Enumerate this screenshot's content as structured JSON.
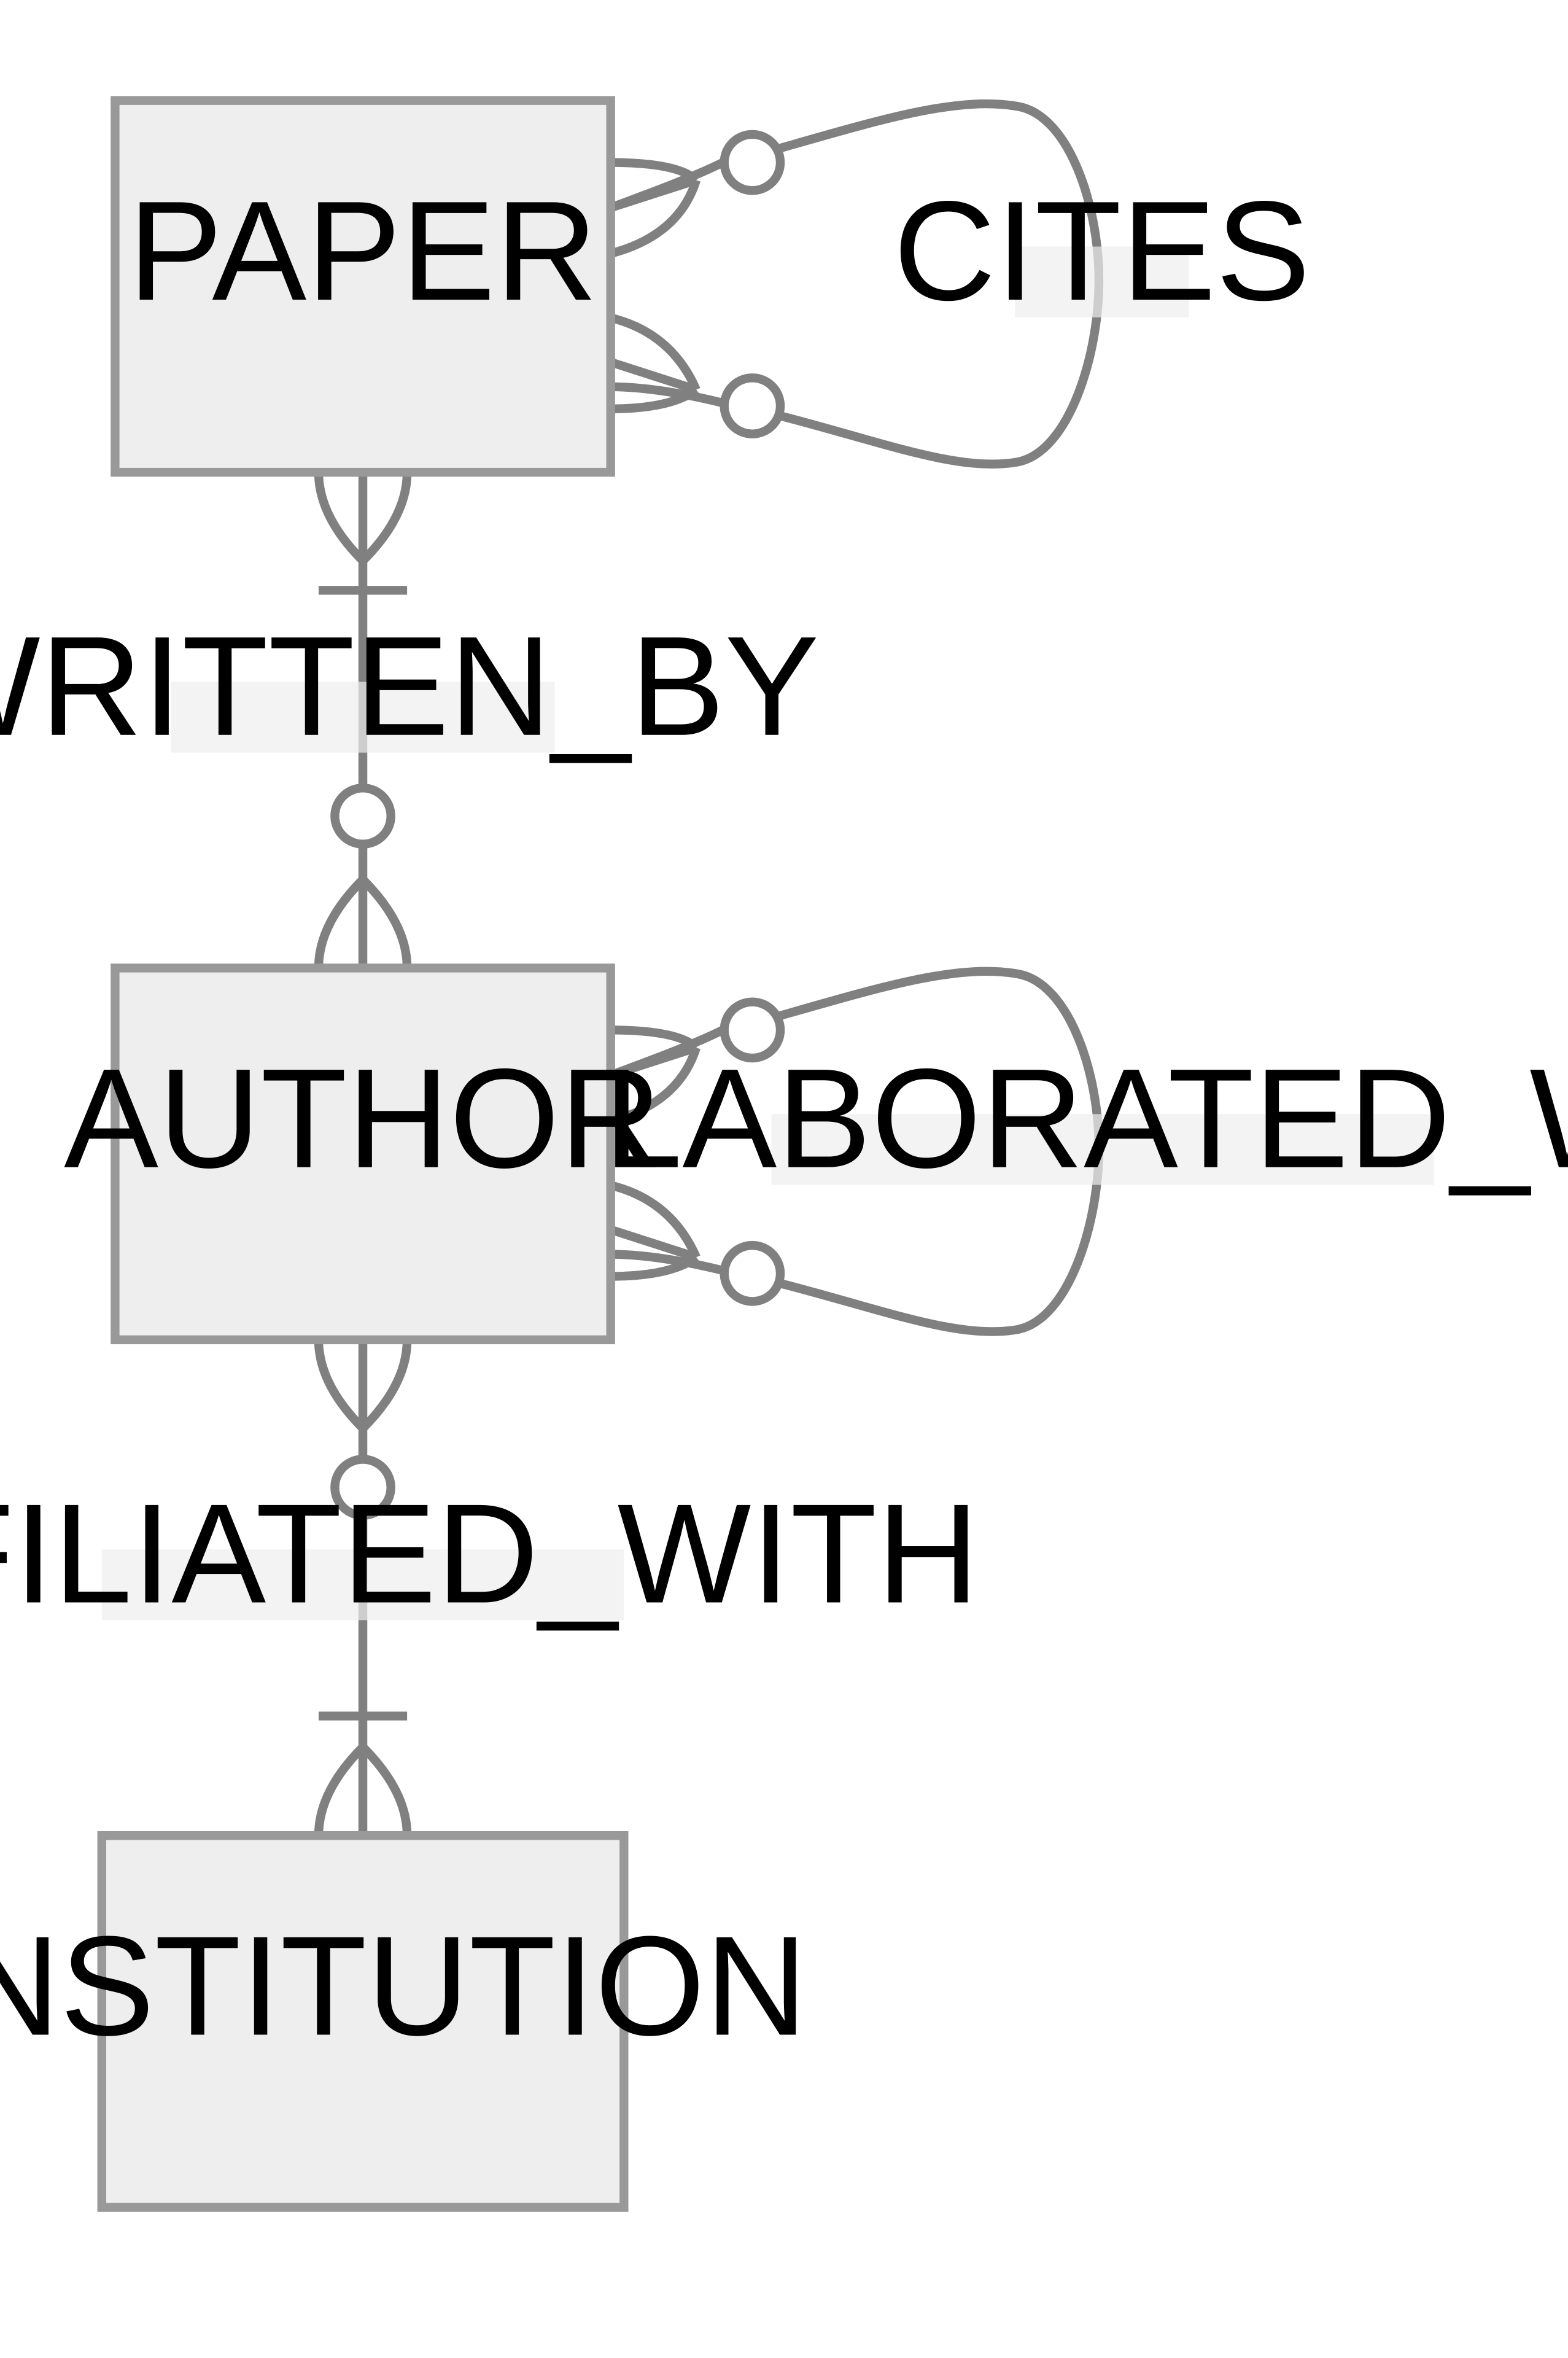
{
  "entities": {
    "paper": "PAPER",
    "author": "AUTHOR",
    "institution": "INSTITUTION"
  },
  "relationships": {
    "cites": "CITES",
    "written_by": "WRITTEN_BY",
    "collaborated_with": "COLLABORATED_WITH",
    "affiliated_with": "AFFILIATED_WITH"
  },
  "colors": {
    "entity_fill": "#eeeeee",
    "entity_stroke": "#999999",
    "edge": "#808080",
    "label_bg": "#eeeeee"
  }
}
